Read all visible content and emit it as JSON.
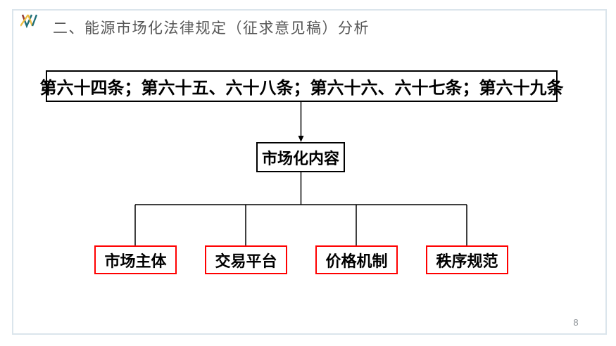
{
  "slide": {
    "title": "二、能源市场化法律规定（征求意见稿）分析",
    "page_number": "8"
  },
  "diagram": {
    "type": "tree",
    "root_box": {
      "label": "第六十四条；第六十五、六十八条；第六十六、六十七条；第六十九条"
    },
    "mid_box": {
      "label": "市场化内容"
    },
    "leaf_boxes": [
      {
        "label": "市场主体"
      },
      {
        "label": "交易平台"
      },
      {
        "label": "价格机制"
      },
      {
        "label": "秩序规范"
      }
    ]
  },
  "colors": {
    "frame_border": "#dbe5ec",
    "title_text": "#575757",
    "black_box_border": "#000000",
    "red_box_border": "#ff0000",
    "connector": "#000000",
    "page_number": "#8a8f94",
    "logo_teal": "#1e6f79",
    "logo_gold": "#eebd43",
    "logo_red": "#9c3b2f"
  }
}
